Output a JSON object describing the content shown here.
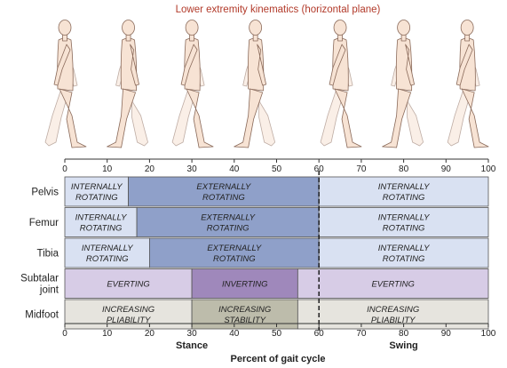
{
  "title": "Lower extremity kinematics (horizontal plane)",
  "axis": {
    "range": [
      0,
      100
    ],
    "ticks": [
      0,
      10,
      20,
      30,
      40,
      50,
      60,
      70,
      80,
      90,
      100
    ],
    "label": "Percent of gait cycle",
    "divider": 60
  },
  "phases": [
    {
      "label": "Stance",
      "at": 30
    },
    {
      "label": "Swing",
      "at": 80
    }
  ],
  "rows": [
    {
      "label": "Pelvis",
      "segments": [
        {
          "start": 0,
          "end": 15,
          "lines": [
            "INTERNALLY",
            "ROTATING"
          ],
          "fill": "#d9e1f2"
        },
        {
          "start": 15,
          "end": 60,
          "lines": [
            "EXTERNALLY",
            "ROTATING"
          ],
          "fill": "#8fa0c9"
        },
        {
          "start": 60,
          "end": 100,
          "lines": [
            "INTERNALLY",
            "ROTATING"
          ],
          "fill": "#d9e1f2"
        }
      ]
    },
    {
      "label": "Femur",
      "segments": [
        {
          "start": 0,
          "end": 17,
          "lines": [
            "INTERNALLY",
            "ROTATING"
          ],
          "fill": "#d9e1f2"
        },
        {
          "start": 17,
          "end": 60,
          "lines": [
            "EXTERNALLY",
            "ROTATING"
          ],
          "fill": "#8fa0c9"
        },
        {
          "start": 60,
          "end": 100,
          "lines": [
            "INTERNALLY",
            "ROTATING"
          ],
          "fill": "#d9e1f2"
        }
      ]
    },
    {
      "label": "Tibia",
      "segments": [
        {
          "start": 0,
          "end": 20,
          "lines": [
            "INTERNALLY",
            "ROTATING"
          ],
          "fill": "#d9e1f2"
        },
        {
          "start": 20,
          "end": 60,
          "lines": [
            "EXTERNALLY",
            "ROTATING"
          ],
          "fill": "#8fa0c9"
        },
        {
          "start": 60,
          "end": 100,
          "lines": [
            "INTERNALLY",
            "ROTATING"
          ],
          "fill": "#d9e1f2"
        }
      ]
    },
    {
      "label": "Subtalar joint",
      "labelLines": [
        "Subtalar",
        "joint"
      ],
      "segments": [
        {
          "start": 0,
          "end": 30,
          "lines": [
            "EVERTING"
          ],
          "fill": "#d7cce6"
        },
        {
          "start": 30,
          "end": 55,
          "lines": [
            "INVERTING"
          ],
          "fill": "#9f88bb"
        },
        {
          "start": 55,
          "end": 100,
          "lines": [
            "EVERTING"
          ],
          "fill": "#d7cce6"
        }
      ]
    },
    {
      "label": "Midfoot",
      "segments": [
        {
          "start": 0,
          "end": 30,
          "lines": [
            "INCREASING",
            "PLIABILITY"
          ],
          "fill": "#e6e4de"
        },
        {
          "start": 30,
          "end": 55,
          "lines": [
            "INCREASING",
            "STABILITY"
          ],
          "fill": "#bdbcab"
        },
        {
          "start": 55,
          "end": 100,
          "lines": [
            "INCREASING",
            "PLIABILITY"
          ],
          "fill": "#e6e4de"
        }
      ]
    }
  ],
  "figures": [
    {
      "pos": 0,
      "side": "right"
    },
    {
      "pos": 15,
      "side": "right"
    },
    {
      "pos": 30,
      "side": "left"
    },
    {
      "pos": 45,
      "side": "right"
    },
    {
      "pos": 65,
      "side": "right"
    },
    {
      "pos": 80,
      "side": "left"
    },
    {
      "pos": 95,
      "side": "right"
    }
  ],
  "colors": {
    "title": "#b23a2a",
    "skin": "#f7e3d4",
    "skinStroke": "#8a6a5a",
    "grid": "#555555"
  }
}
